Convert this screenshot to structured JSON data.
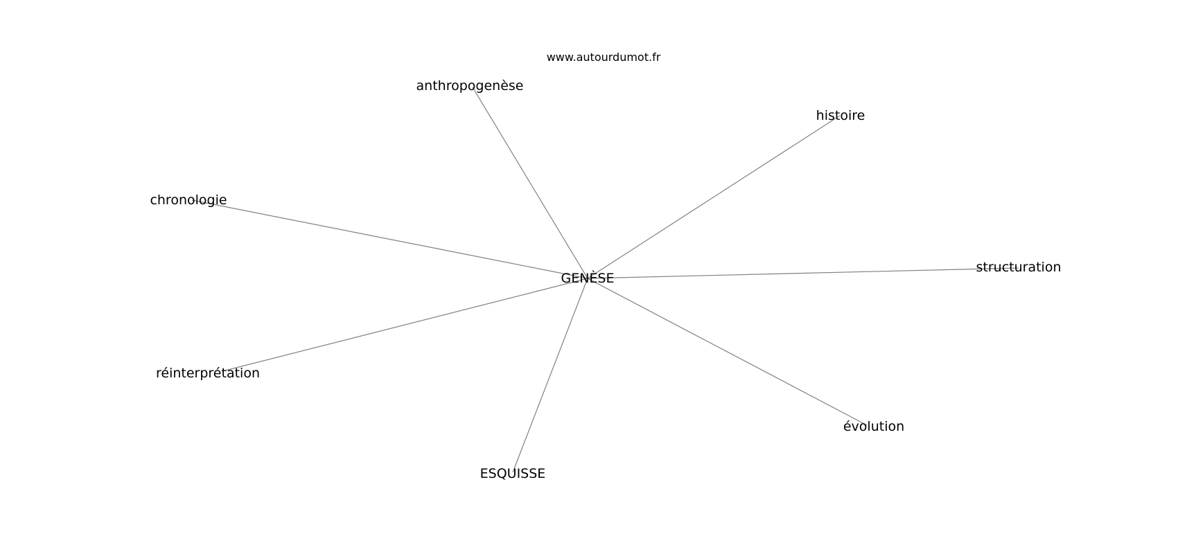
{
  "source_text": "www.autourdumot.fr",
  "center_word": "GENÈSE",
  "related_words": [
    "anthropogenèse",
    "histoire",
    "chronologie",
    "structuration",
    "réinterprétation",
    "évolution",
    "ESQUISSE"
  ],
  "colors": {
    "edge": "#808080",
    "text": "#000000",
    "background": "#ffffff"
  }
}
